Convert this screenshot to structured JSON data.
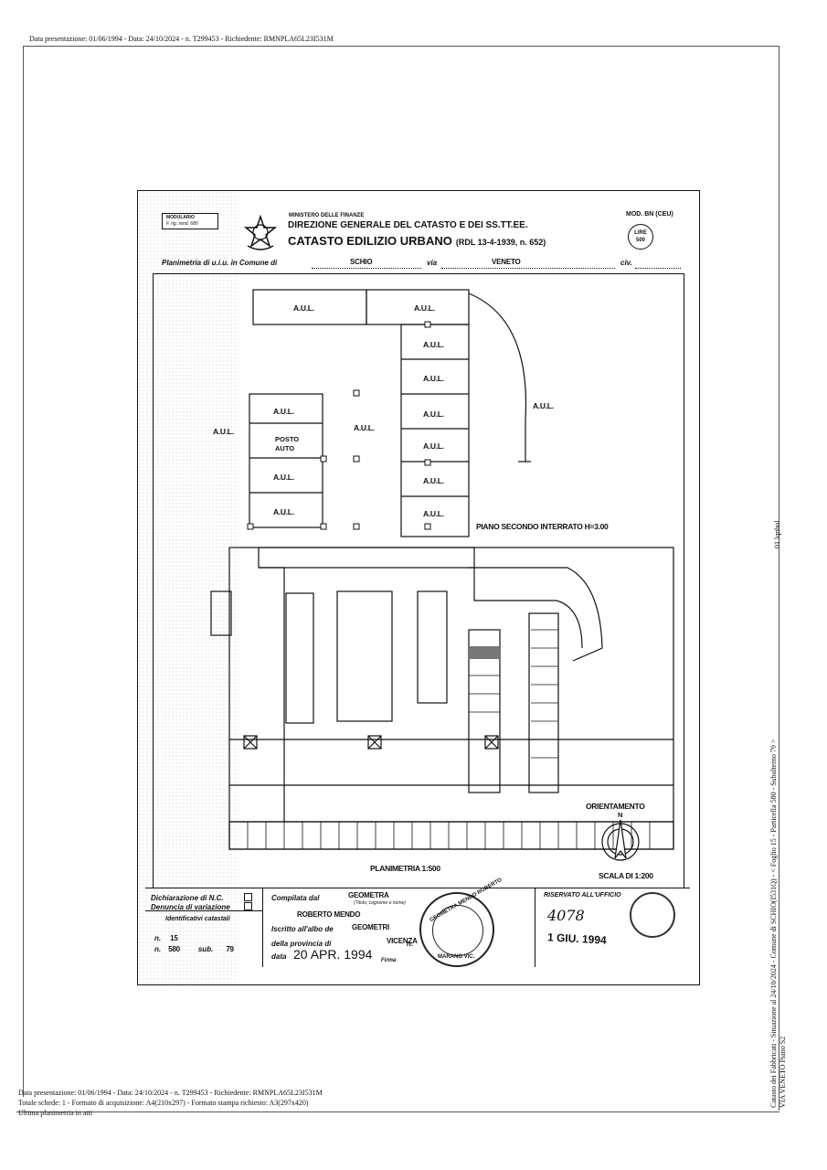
{
  "header": {
    "top_line": "Data presentazione: 01/06/1994 - Data: 24/10/2024 - n. T299453 - Richiedente: RMNPLA65L23I531M"
  },
  "form": {
    "modulario": "MODULARIO",
    "modulario_sub": "F. rig. rend. 680",
    "ministry": "MINISTERO DELLE FINANZE",
    "direction": "DIREZIONE GENERALE DEL CATASTO E DEI SS.TT.EE.",
    "catasto": "CATASTO EDILIZIO URBANO",
    "catasto_ref": "(RDL 13-4-1939, n. 652)",
    "model": "MOD. BN (CEU)",
    "stamp_lire": "LIRE",
    "stamp_value": "500",
    "planimetria_label": "Planimetria di u.i.u. in Comune di",
    "comune": "SCHIO",
    "via_label": "via",
    "via": "VENETO",
    "civ_label": "civ."
  },
  "plan": {
    "labels": {
      "aul": "A.U.L.",
      "posto": "POSTO",
      "auto": "AUTO",
      "piano": "PIANO SECONDO INTERRATO H=3.00",
      "scale": "PLANIMETRIA 1:500",
      "orientamento": "ORIENTAMENTO",
      "north": "N",
      "scala": "SCALA DI 1:200"
    }
  },
  "footer_form": {
    "dichiarazione": "Dichiarazione di N.C.",
    "denuncia": "Denuncia di variazione",
    "identificativi": "Identificativi catastali",
    "foglio_prefix": "n.",
    "foglio": "15",
    "part_prefix": "n.",
    "particella": "580",
    "sub_label": "sub.",
    "subalterno": "79",
    "compilata_label": "Compilata dal",
    "compilata_role": "GEOMETRA",
    "compilata_hint": "(Titolo, cognome e nome)",
    "compilata_name": "ROBERTO MENDO",
    "iscritto_label": "Iscritto all'albo de",
    "iscritto_value": "GEOMETRI",
    "provincia_label": "della provincia di",
    "provincia_value": "VICENZA",
    "n_label": "n.",
    "data_label": "data",
    "data_value": "20 APR. 1994",
    "firma_label": "Firma",
    "riservato": "RISERVATO ALL'UFFICIO",
    "hand_number": "4078",
    "hand_date": "1 GIU. 1994",
    "seal_outer": "GEOMETRA MENDO ROBERTO",
    "seal_bottom": "MARANO VIC."
  },
  "footer": {
    "line1": "Data presentazione: 01/06/1994 - Data: 24/10/2024 - n. T299453 - Richiedente: RMNPLA65L23I531M",
    "line2": "Totale schede: 1 - Formato di acquisizione: A4(210x297) - Formato stampa richiesto: A3(297x420)",
    "line3": "Ultima planimetria in atti"
  },
  "side": {
    "line1": "Catasto dei Fabbricati - Situazione al 24/10/2024 - Comune di SCHIO(I531Q) - < Foglio 15 - Particella 580 - Subalterno 79 >",
    "line2": "VIA VENETO Piano S2",
    "page_tag": "01 lqnbol"
  }
}
